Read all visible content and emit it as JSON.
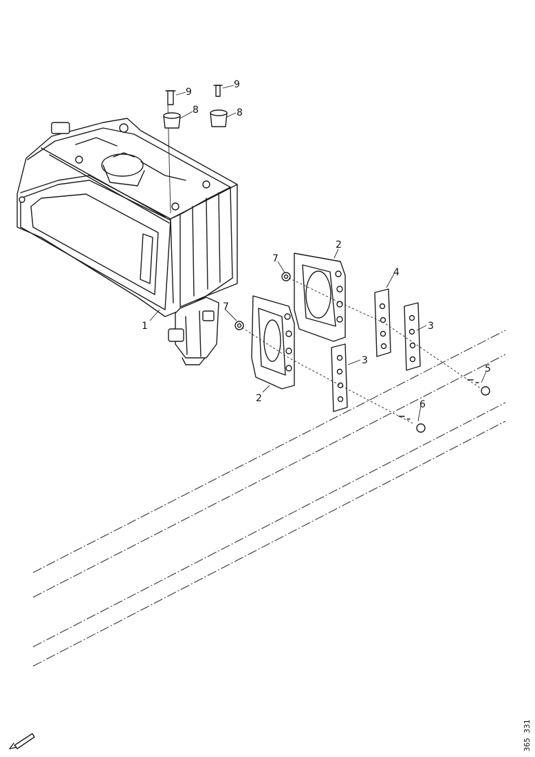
{
  "diagram": {
    "callouts": [
      {
        "id": "c1",
        "label": "1"
      },
      {
        "id": "c2a",
        "label": "2"
      },
      {
        "id": "c2b",
        "label": "2"
      },
      {
        "id": "c3a",
        "label": "3"
      },
      {
        "id": "c3b",
        "label": "3"
      },
      {
        "id": "c4",
        "label": "4"
      },
      {
        "id": "c5",
        "label": "5"
      },
      {
        "id": "c6",
        "label": "6"
      },
      {
        "id": "c7a",
        "label": "7"
      },
      {
        "id": "c7b",
        "label": "7"
      },
      {
        "id": "c8a",
        "label": "8"
      },
      {
        "id": "c8b",
        "label": "8"
      },
      {
        "id": "c9a",
        "label": "9"
      },
      {
        "id": "c9b",
        "label": "9"
      }
    ],
    "document_id": "365 331",
    "direction_arrow_icon": "front-direction-arrow-icon"
  }
}
